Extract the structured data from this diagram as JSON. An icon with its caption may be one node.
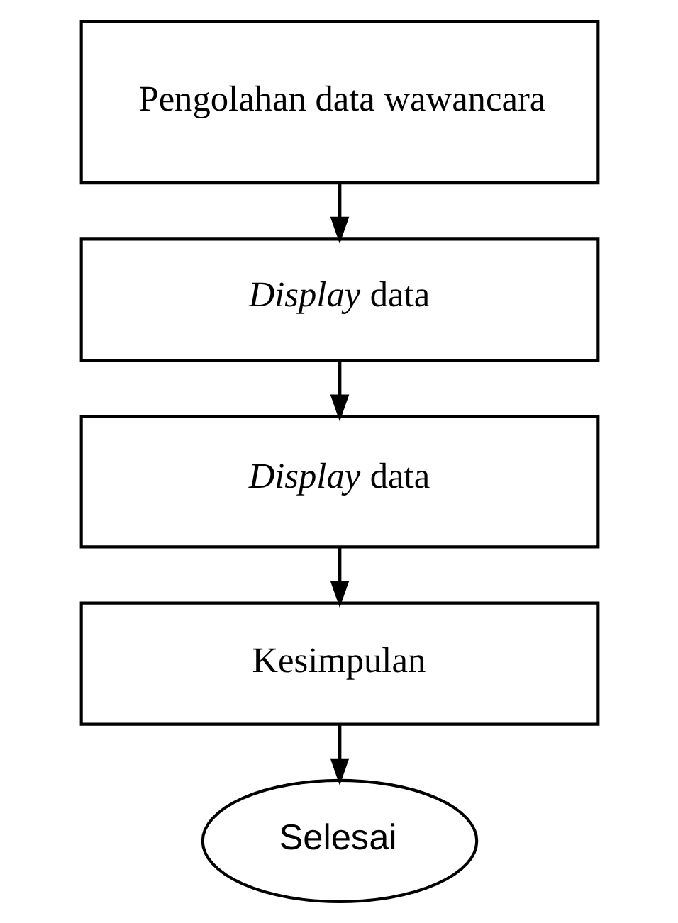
{
  "diagram": {
    "nodes": [
      {
        "text": [
          "Pengolahan data wawancara"
        ]
      },
      {
        "text": [
          "*Display* data"
        ]
      },
      {
        "text": [
          "*Display* data"
        ]
      },
      {
        "text": [
          "Kesimpulan"
        ]
      },
      {
        "text": [
          "Selesai"
        ]
      }
    ],
    "edges": [
      {
        "from": 0,
        "to": 1,
        "arrow": "to"
      },
      {
        "from": 1,
        "to": 2,
        "arrow": "to"
      },
      {
        "from": 2,
        "to": 3,
        "arrow": "to"
      },
      {
        "from": 3,
        "to": 4,
        "arrow": "to"
      }
    ]
  }
}
